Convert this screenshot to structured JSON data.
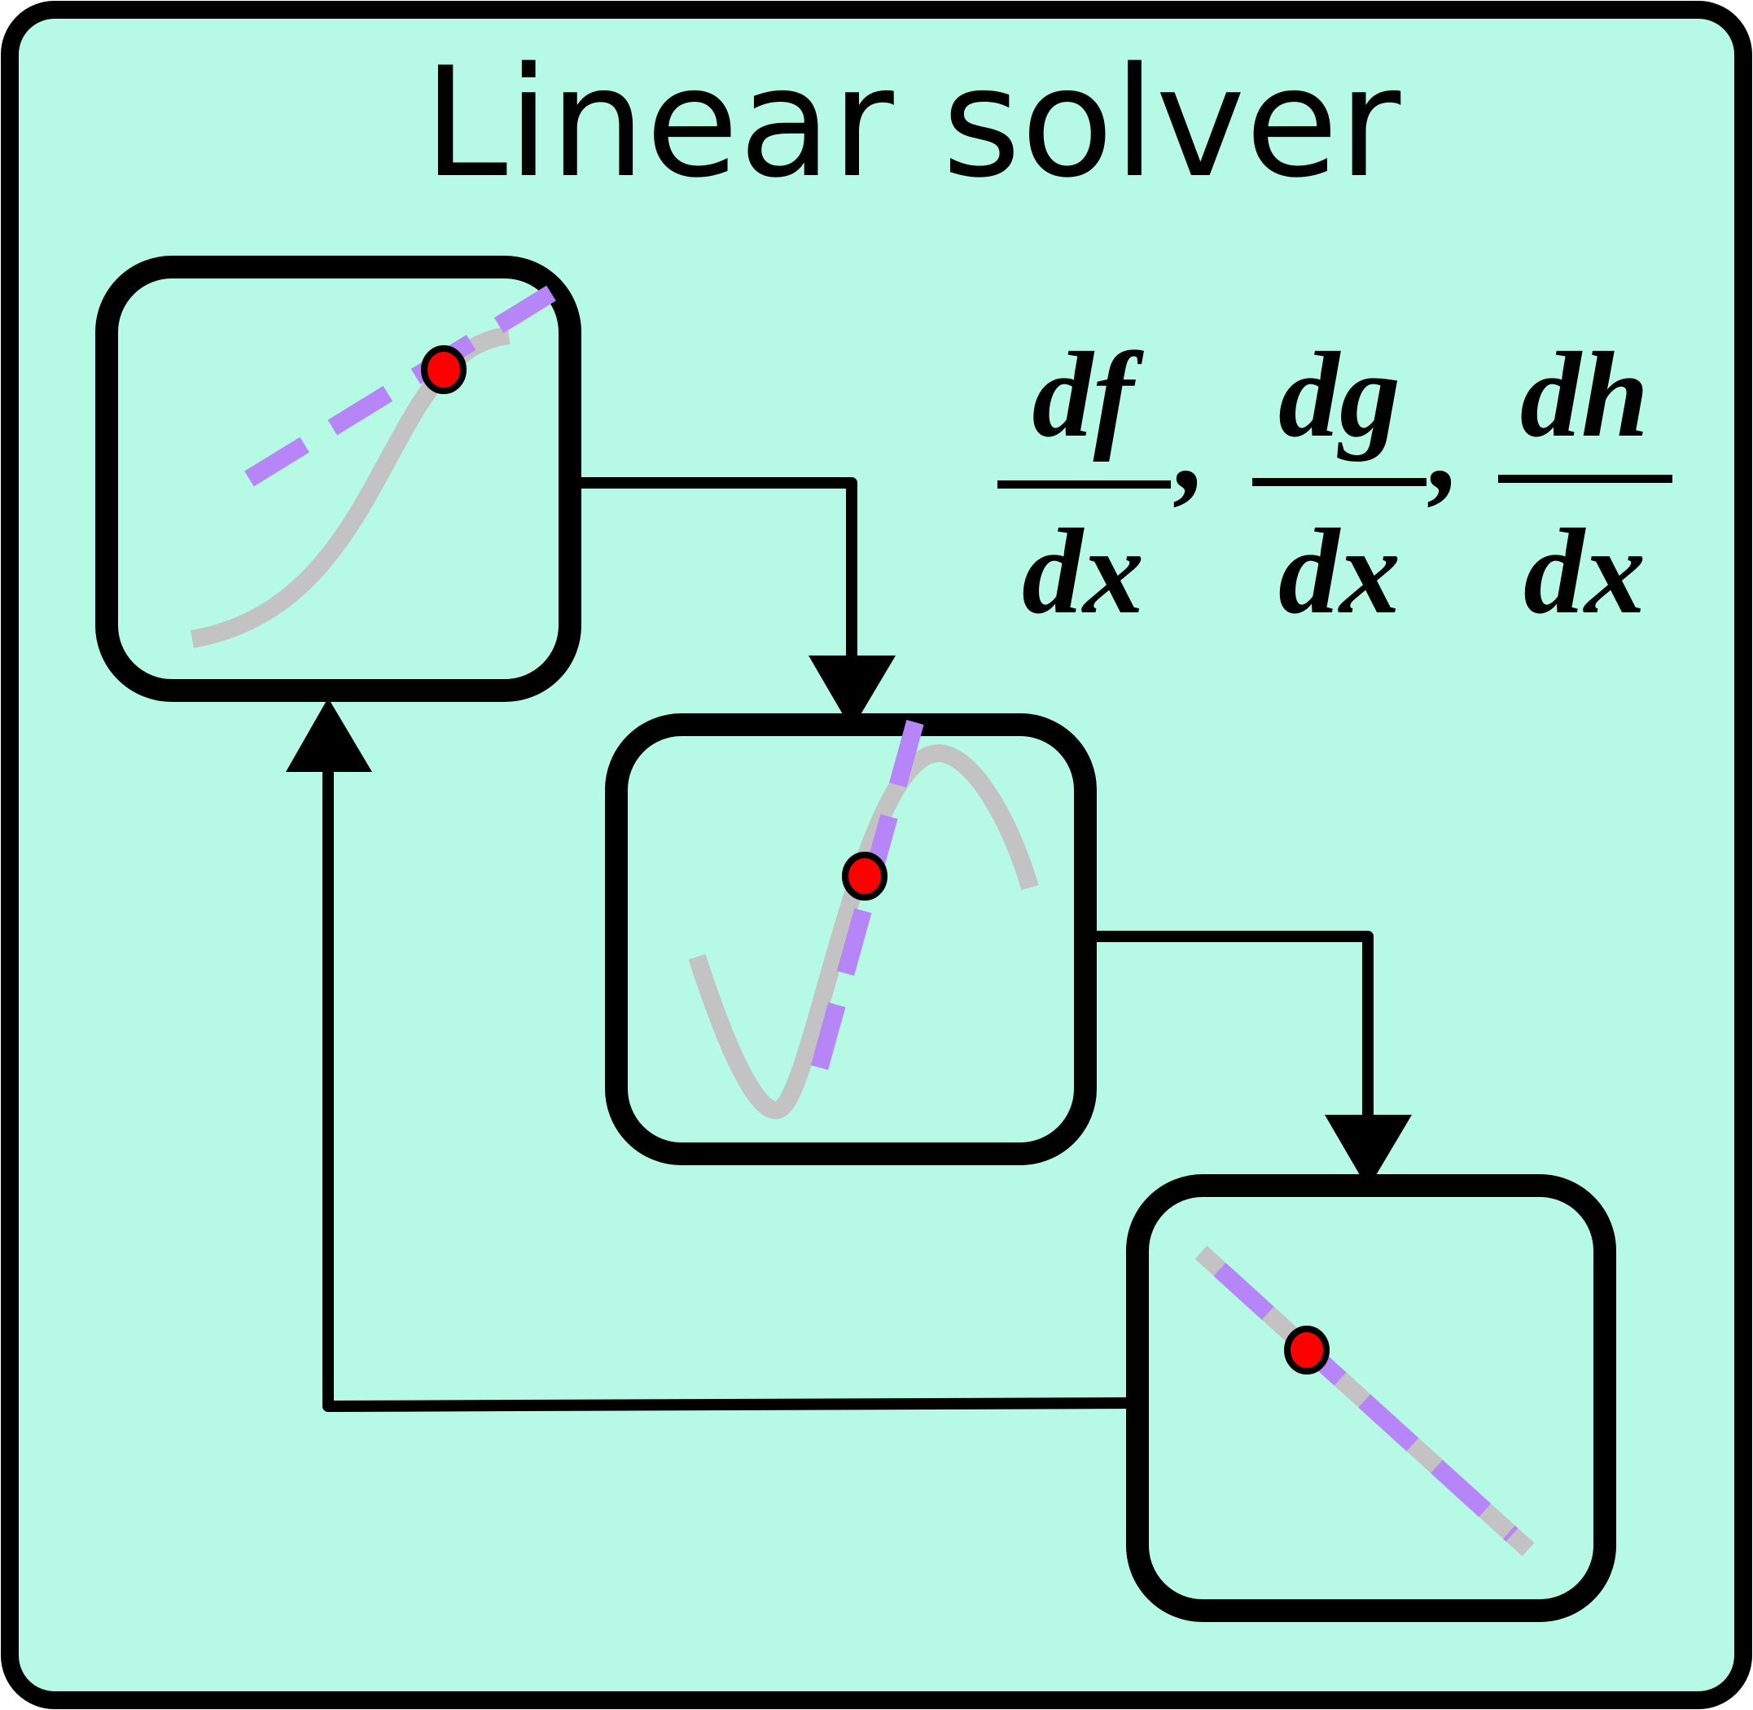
{
  "title": "Linear solver",
  "colors": {
    "panel_background": "#b7faе6",
    "panel_fill": "#b6fae6",
    "curve": "#c3c3c3",
    "tangent": "#b685f7",
    "point": "#ff0000",
    "stroke": "#000000"
  },
  "derivatives": [
    {
      "numerator": "df",
      "denominator": "dx"
    },
    {
      "numerator": "dg",
      "denominator": "dx"
    },
    {
      "numerator": "dh",
      "denominator": "dx"
    }
  ],
  "separator": ","
}
